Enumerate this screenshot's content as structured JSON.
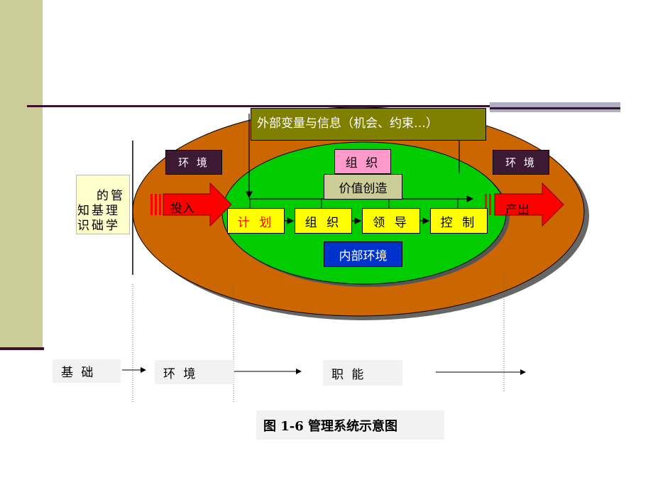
{
  "diagram": {
    "external_label": "外部变量与信息（机会、约束…）",
    "env_left": "环 境",
    "env_right": "环 境",
    "org_top": "组 织",
    "value_creation": "价值创造",
    "input": "投入",
    "output": "产出",
    "functions": [
      "计 划",
      "组 织",
      "领 导",
      "控 制"
    ],
    "internal_env": "内部环境",
    "knowledge_cols": [
      "的管",
      "知基理",
      "识础学"
    ]
  },
  "bottom": {
    "labels": [
      "基 础",
      "环 境",
      "职 能"
    ]
  },
  "caption": "图 1-6 管理系统示意图",
  "colors": {
    "outer_ellipse": "#cc6600",
    "inner_ellipse": "#00cc00",
    "external_box": "#808000",
    "env_box": "#3d1a33",
    "org_box": "#ff99cc",
    "value_box": "#cccc99",
    "function_box": "#ffff00",
    "internal_box": "#0033cc",
    "arrow_red": "#ff0000",
    "knowledge_box": "#ffffcc"
  }
}
